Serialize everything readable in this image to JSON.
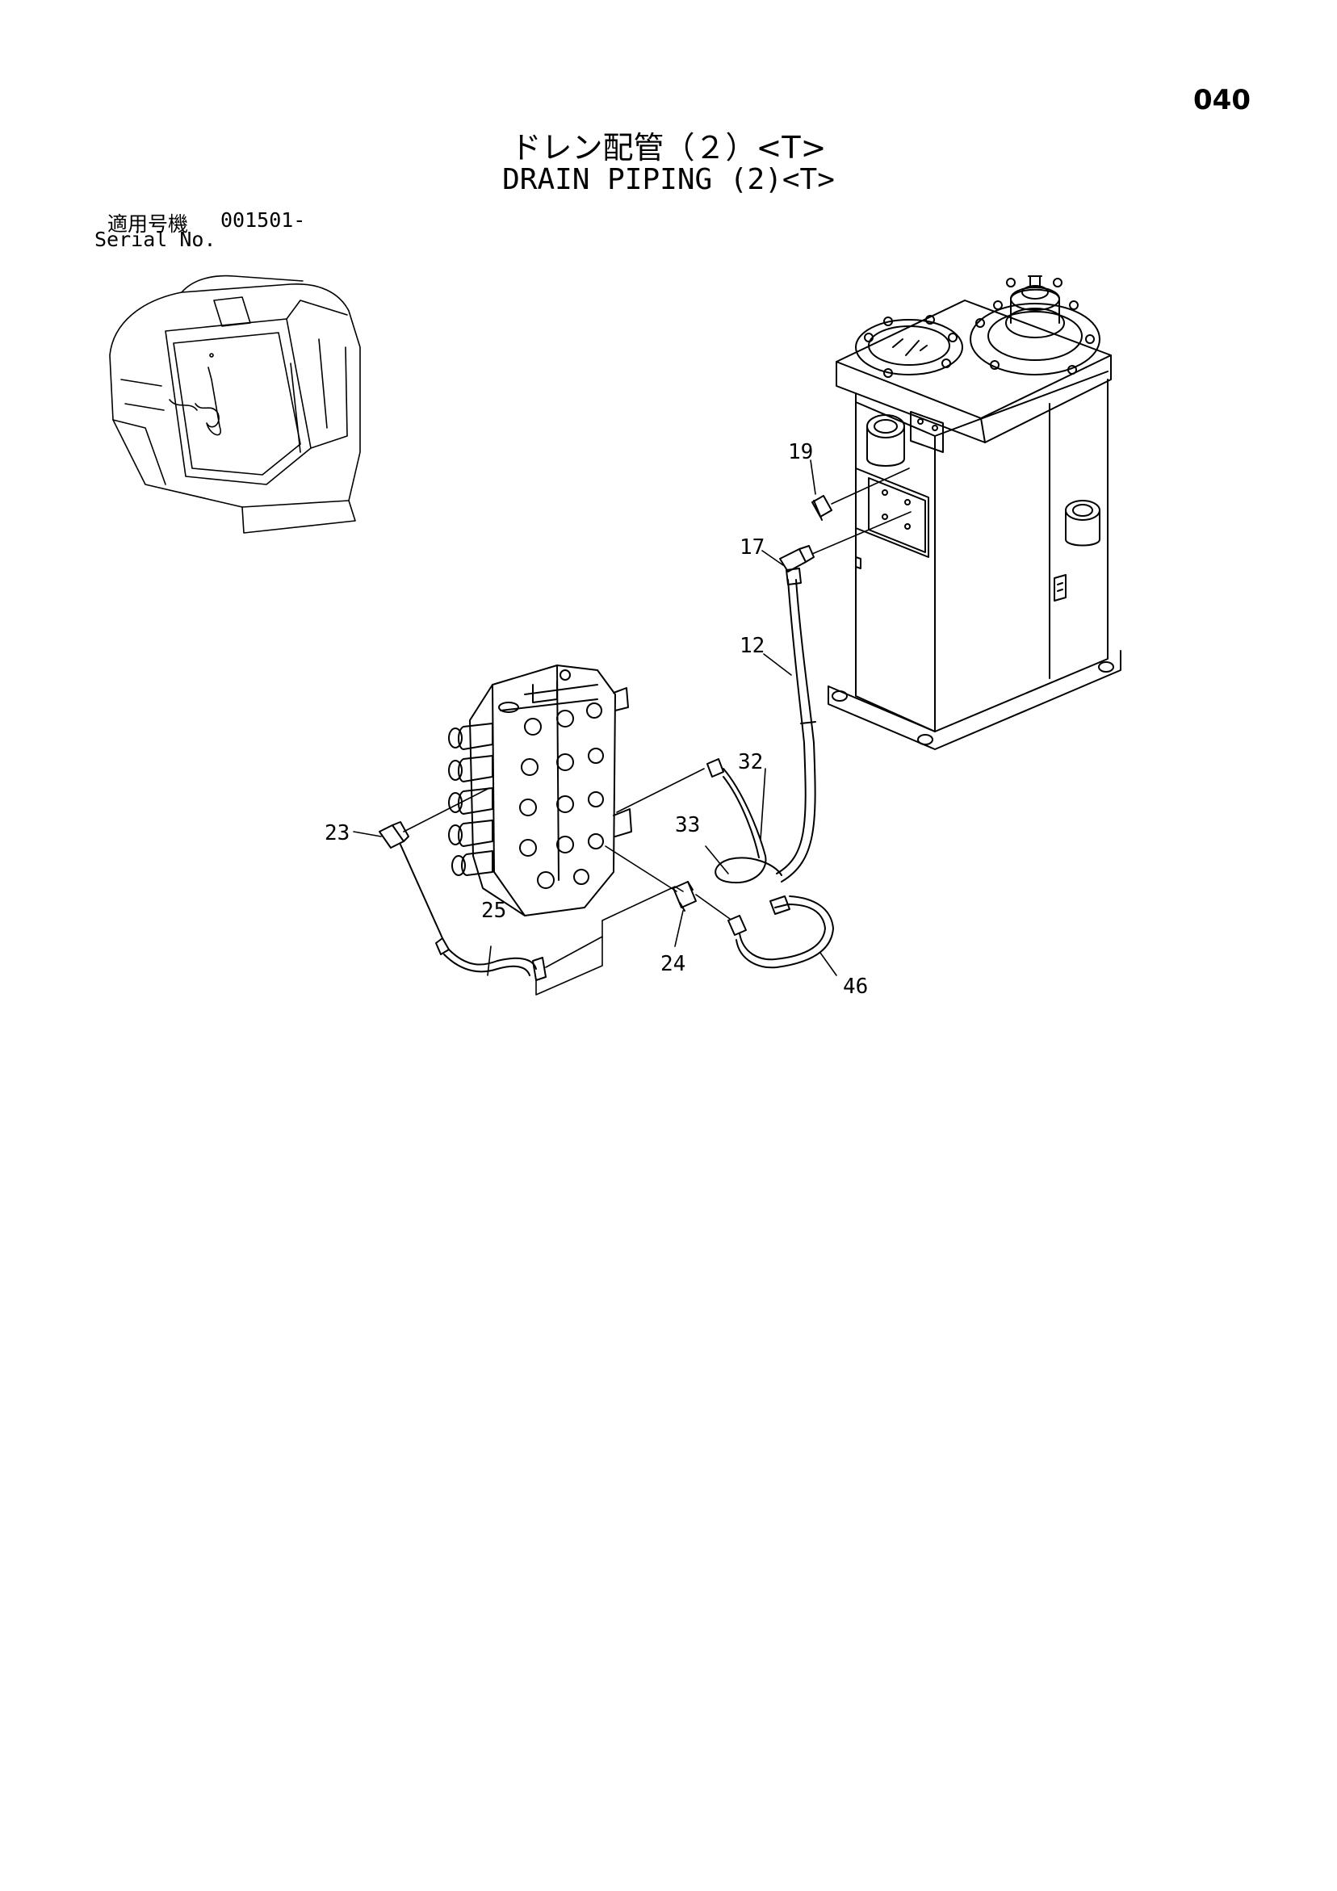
{
  "page": {
    "number": "040",
    "title_jp": "ドレン配管（２）<T>",
    "title_en": "DRAIN PIPING (2)<T>"
  },
  "serial": {
    "label_jp": "適用号機",
    "code": "001501-",
    "label_en": "Serial No."
  },
  "callouts": {
    "c19": "19",
    "c17": "17",
    "c12": "12",
    "c32": "32",
    "c33": "33",
    "c23": "23",
    "c25": "25",
    "c24": "24",
    "c46": "46"
  }
}
